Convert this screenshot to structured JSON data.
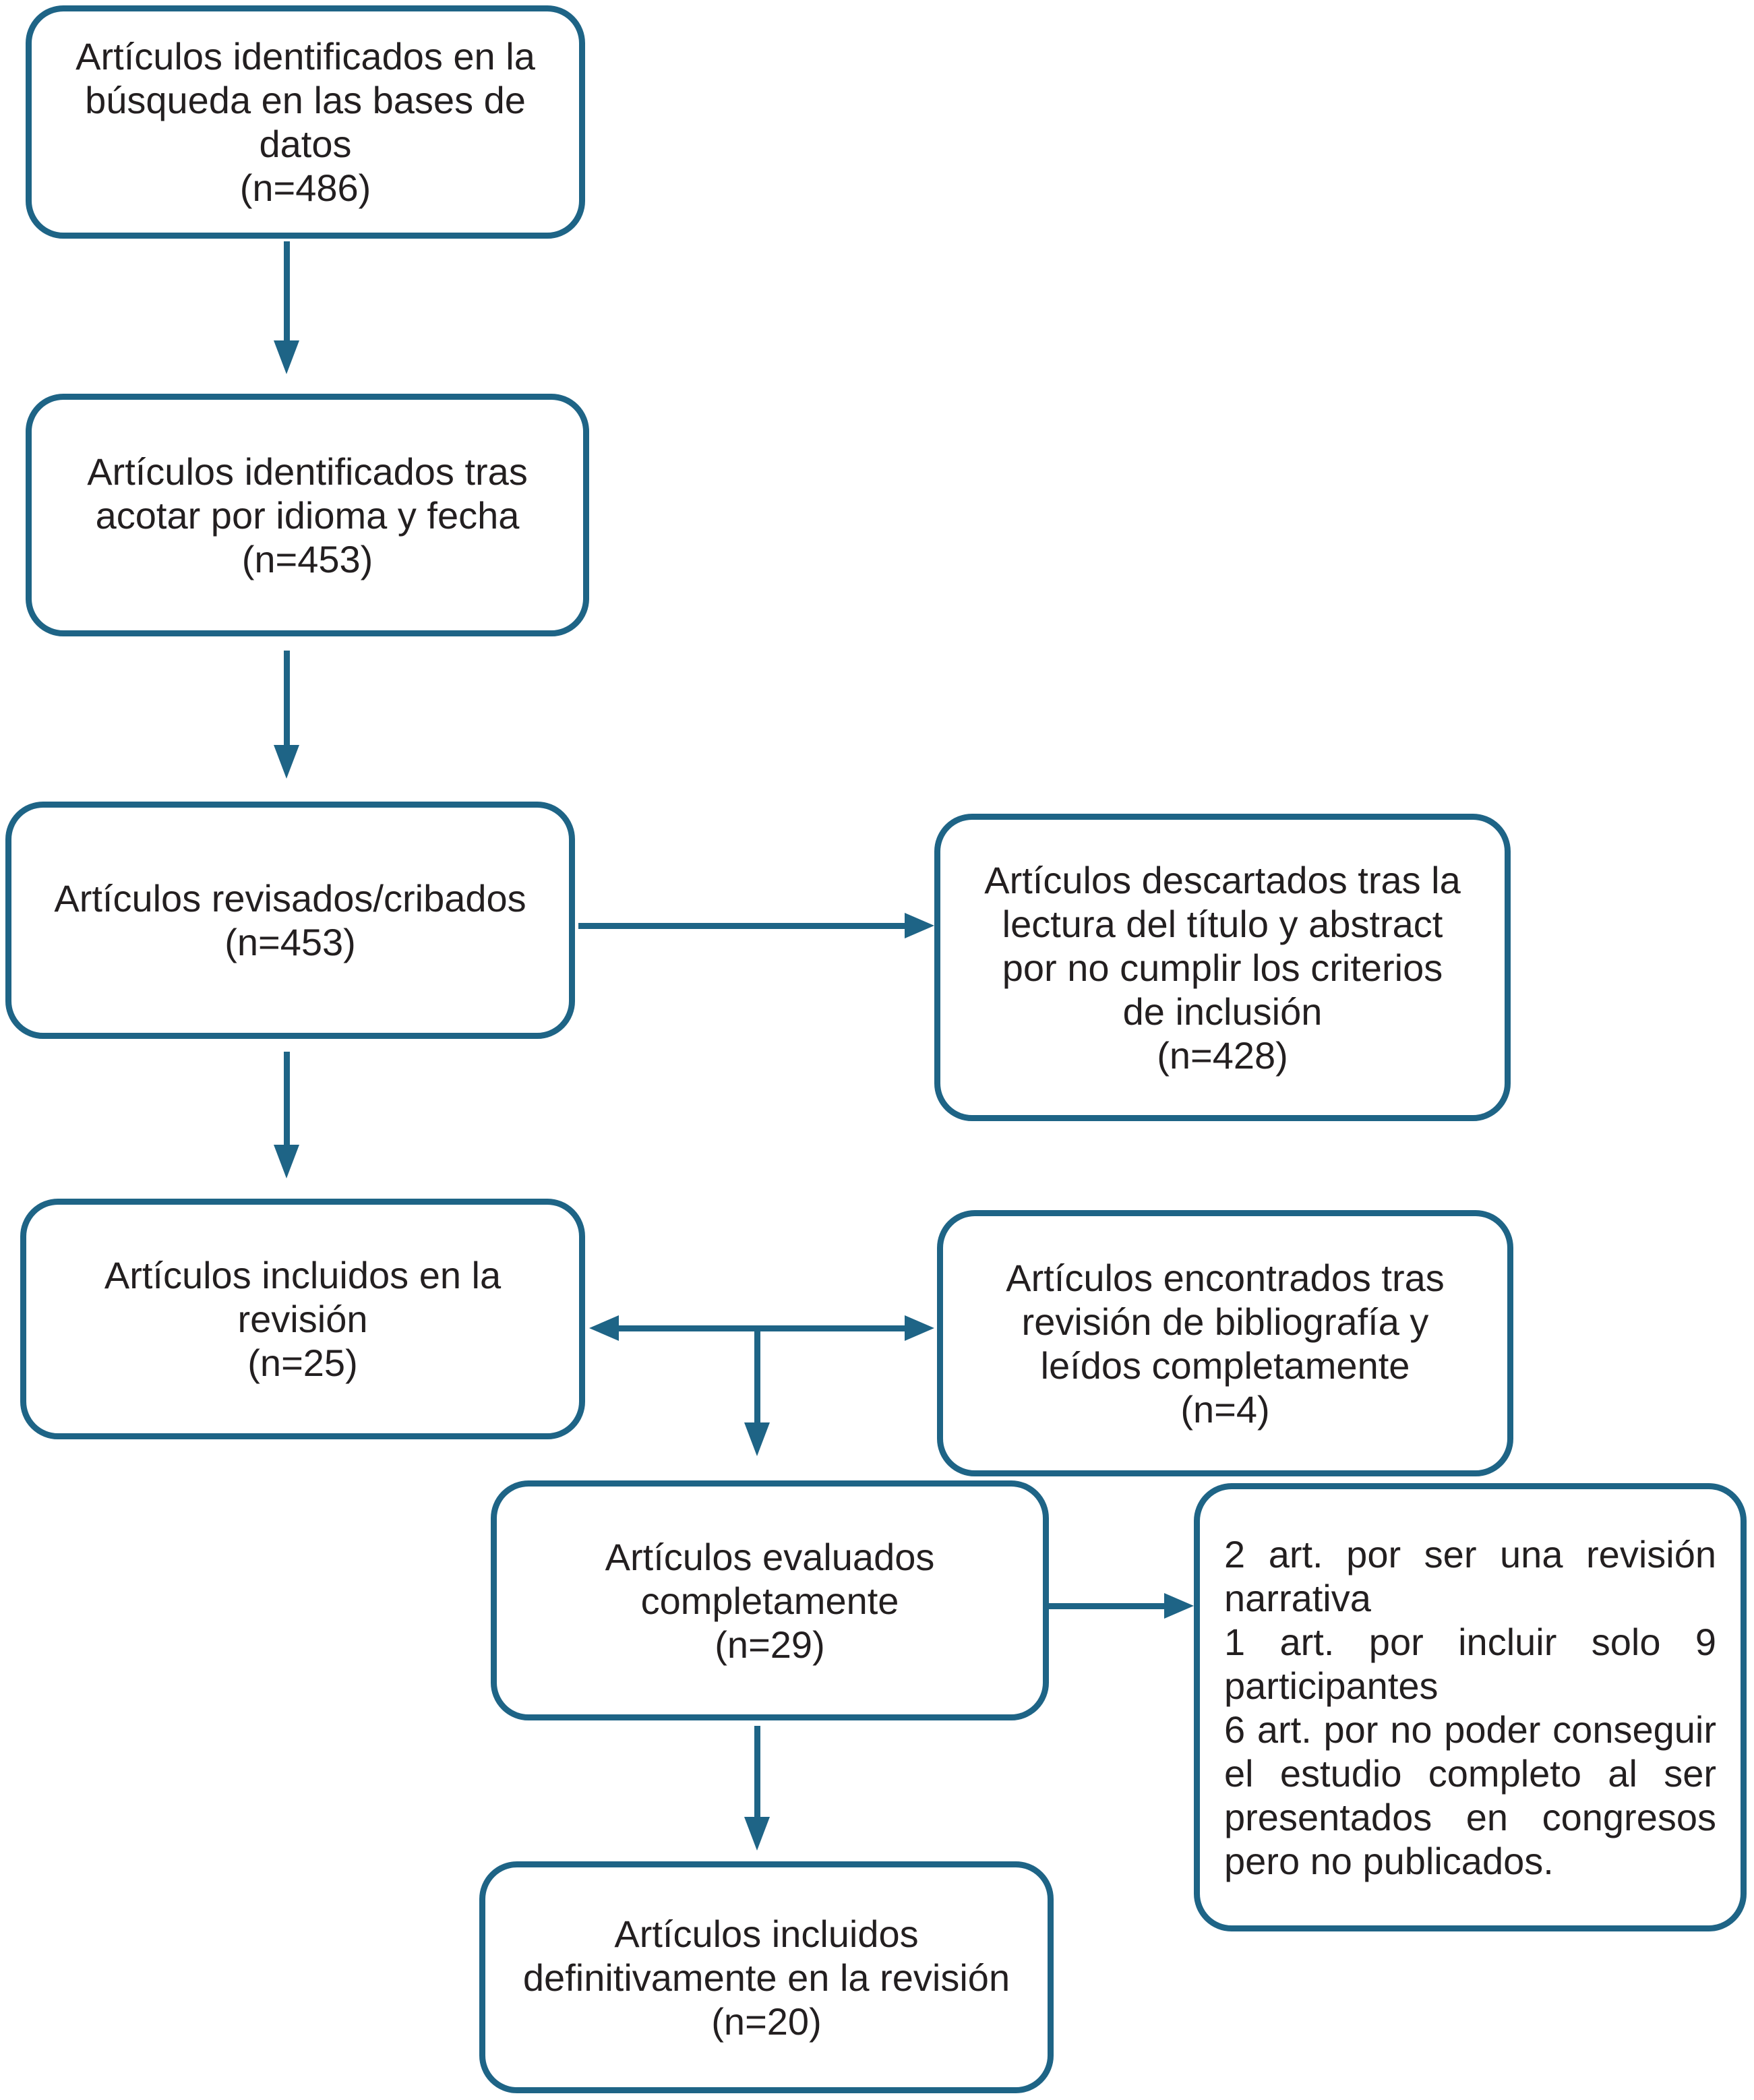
{
  "diagram": {
    "colors": {
      "accent": "#1e6486",
      "text": "#231f20",
      "background": "#ffffff"
    },
    "boxes": {
      "identified_search": {
        "label": "Artículos identificados en la\nbúsqueda en las bases de\ndatos\n(n=486)"
      },
      "identified_filtered": {
        "label": "Artículos identificados tras\nacotar por idioma y fecha\n(n=453)"
      },
      "screened": {
        "label": "Artículos revisados/cribados\n(n=453)"
      },
      "discarded_title_abstract": {
        "label": "Artículos descartados tras la\nlectura del título y abstract\npor no cumplir los criterios\nde inclusión\n(n=428)"
      },
      "included_review": {
        "label": "Artículos incluidos en la\nrevisión\n(n=25)"
      },
      "found_bibliography": {
        "label": "Artículos encontrados tras\nrevisión de bibliografía y\nleídos completamente\n(n=4)"
      },
      "fully_evaluated": {
        "label": "Artículos evaluados\ncompletamente\n(n=29)"
      },
      "excluded_reasons": {
        "lines": [
          {
            "text": "2 art. por ser una revisión",
            "justify": true
          },
          {
            "text": "narrativa",
            "justify": false
          },
          {
            "text": "1 art. por incluir solo 9",
            "justify": true
          },
          {
            "text": "participantes",
            "justify": false
          },
          {
            "text": "6 art. por no poder conseguir",
            "justify": true
          },
          {
            "text": "el estudio completo al ser",
            "justify": true
          },
          {
            "text": "presentados en congresos",
            "justify": true
          },
          {
            "text": "pero no publicados.",
            "justify": false
          }
        ]
      },
      "final_included": {
        "label": "Artículos incluidos\ndefinitivamente en la revisión\n(n=20)"
      }
    }
  }
}
